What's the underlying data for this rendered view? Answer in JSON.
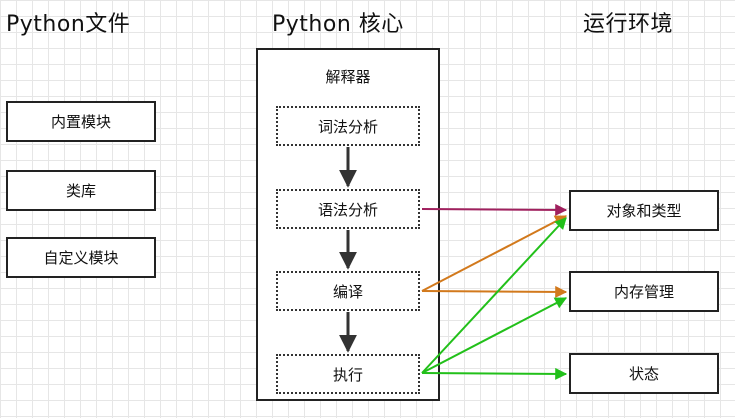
{
  "headings": {
    "files": "Python文件",
    "core": "Python 核心",
    "runtime": "运行环境"
  },
  "files": {
    "builtin_modules": "内置模块",
    "libraries": "类库",
    "custom_modules": "自定义模块"
  },
  "core": {
    "interpreter": "解释器",
    "stages": [
      "词法分析",
      "语法分析",
      "编译",
      "执行"
    ]
  },
  "runtime": {
    "items": [
      "对象和类型",
      "内存管理",
      "状态"
    ]
  },
  "colors": {
    "flow_arrow": "#333333",
    "syntax_link": "#a0205e",
    "compile_link": "#d2791c",
    "execute_link": "#22c01a"
  }
}
